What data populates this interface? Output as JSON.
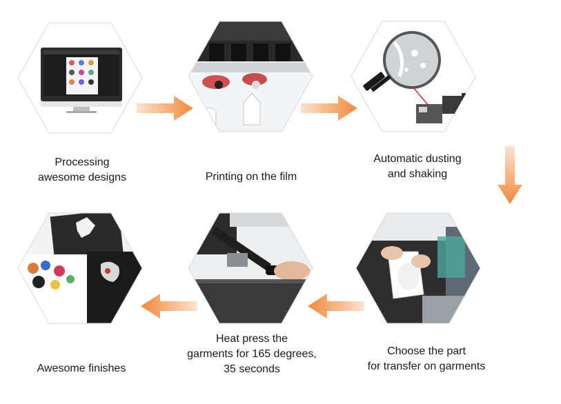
{
  "steps": [
    {
      "id": "processing",
      "caption": [
        "Processing",
        "awesome designs"
      ],
      "image_icon": "monitor-design-icon"
    },
    {
      "id": "printing",
      "caption": [
        "Printing on the film"
      ],
      "image_icon": "printer-film-icon"
    },
    {
      "id": "dusting",
      "caption": [
        "Automatic dusting",
        "and shaking"
      ],
      "image_icon": "magnifier-machine-icon"
    },
    {
      "id": "choose",
      "caption": [
        "Choose the part",
        "for transfer on garments"
      ],
      "image_icon": "hand-film-icon"
    },
    {
      "id": "heatpress",
      "caption": [
        "Heat press the",
        "garments for 165 degrees,",
        "35 seconds"
      ],
      "image_icon": "heat-press-icon"
    },
    {
      "id": "finish",
      "caption": [
        "Awesome finishes"
      ],
      "image_icon": "printed-tshirt-icon"
    }
  ],
  "colors": {
    "arrow": "#f08a3c",
    "arrow_light": "#fde3cf",
    "hex_border": "#d8d8d8",
    "text": "#1a1a1a"
  }
}
